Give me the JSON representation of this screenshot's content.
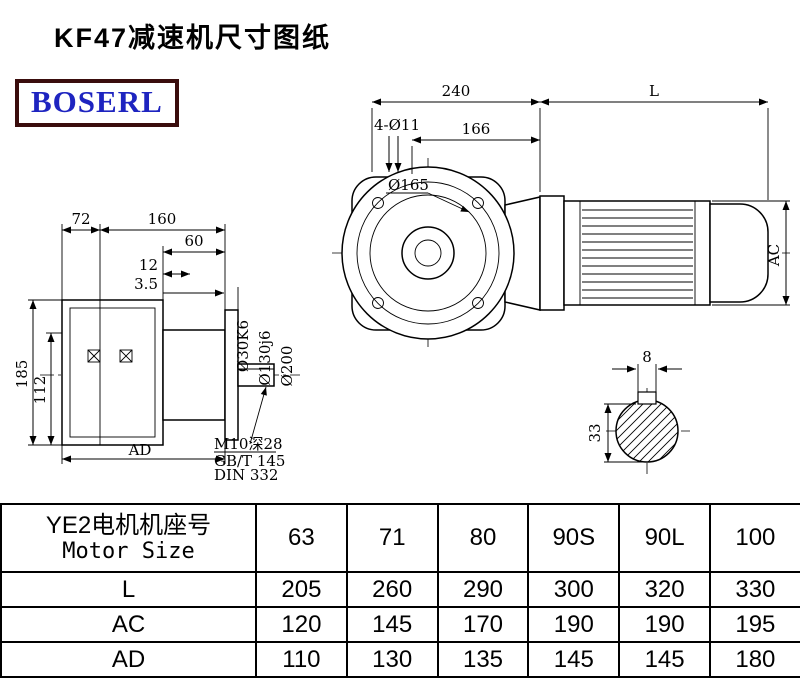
{
  "page": {
    "title": "KF47减速机尺寸图纸",
    "logo_text": "BOSERL"
  },
  "colors": {
    "logo_text": "#1e24c0",
    "logo_border": "#3a0d0d",
    "line": "#000000",
    "background": "#ffffff"
  },
  "side_view": {
    "dims": {
      "d72": "72",
      "d160": "160",
      "d60": "60",
      "d12": "12",
      "d3_5": "3.5",
      "d185": "185",
      "d112": "112",
      "dAD": "AD",
      "shaft_dia": "Ø30K6",
      "spigot_dia": "Ø130j6",
      "flange_dia": "Ø200"
    },
    "notes": {
      "tap": "M10深28",
      "std1": "GB/T 145",
      "std2": "DIN 332"
    }
  },
  "front_view": {
    "dims": {
      "d240": "240",
      "dL": "L",
      "holes": "4-Ø11",
      "d166": "166",
      "flange": "Ø165",
      "dAC": "AC"
    }
  },
  "shaft_section": {
    "dims": {
      "key_width": "8",
      "key_height": "33"
    }
  },
  "table": {
    "header_cn": "YE2电机机座号",
    "header_en": "Motor Size",
    "sizes": [
      "63",
      "71",
      "80",
      "90S",
      "90L",
      "100"
    ],
    "rows": [
      {
        "label": "L",
        "values": [
          "205",
          "260",
          "290",
          "300",
          "320",
          "330"
        ]
      },
      {
        "label": "AC",
        "values": [
          "120",
          "145",
          "170",
          "190",
          "190",
          "195"
        ]
      },
      {
        "label": "AD",
        "values": [
          "110",
          "130",
          "135",
          "145",
          "145",
          "180"
        ]
      }
    ]
  }
}
